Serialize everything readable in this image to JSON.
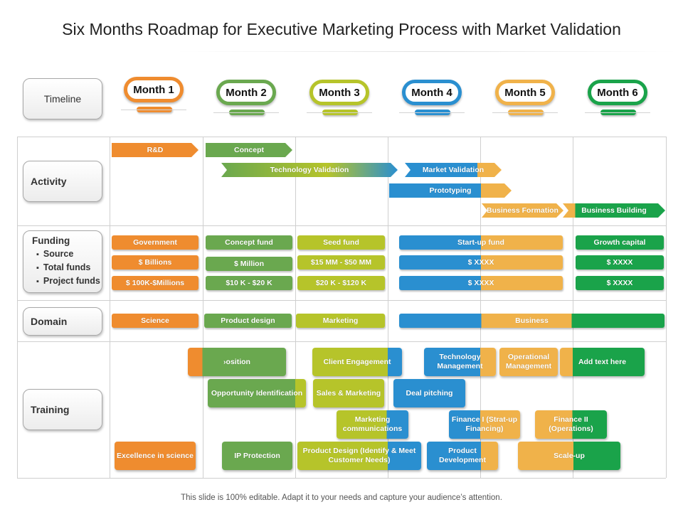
{
  "title": "Six Months Roadmap for Executive Marketing Process with Market Validation",
  "footer": "This slide is 100% editable.  Adapt it to your needs and capture your audience’s attention.",
  "colors": {
    "orange": "#ef8c2f",
    "green": "#6aa84f",
    "lime": "#b6c42a",
    "blue": "#2a8fd0",
    "yellow": "#f0b24a",
    "dark_green": "#1aa34a"
  },
  "rows": {
    "timeline": "Timeline",
    "activity": "Activity",
    "funding": {
      "heading": "Funding",
      "items": [
        "Source",
        "Total funds",
        "Project funds"
      ]
    },
    "domain": "Domain",
    "training": "Training"
  },
  "months": [
    "Month 1",
    "Month 2",
    "Month 3",
    "Month 4",
    "Month 5",
    "Month 6"
  ],
  "activity": {
    "rd": "R&D",
    "concept": "Concept",
    "technology_validation": "Technology Validation",
    "market_validation": "Market Validation",
    "prototyping": "Prototyping",
    "business_formation": "Business Formation",
    "business_building": "Business Building"
  },
  "funding": {
    "sources": [
      "Government",
      "Concept fund",
      "Seed fund",
      "Start-up fund",
      "Growth capital"
    ],
    "totals": [
      "$ Billions",
      "$ Million",
      "$15 MM - $50 MM",
      "$ XXXX",
      "$ XXXX"
    ],
    "projects": [
      "$ 100K-$Millions",
      "$10 K - $20 K",
      "$20 K - $120 K",
      "$ XXXX",
      "$ XXXX"
    ]
  },
  "domain": {
    "science": "Science",
    "product_design": "Product design",
    "marketing": "Marketing",
    "business": "Business"
  },
  "training": {
    "position": "›osition",
    "client_engagement": "Client Engagement",
    "technology_management": "Technology Management",
    "operational_management": "Operational Management",
    "add_text": "Add text here",
    "opportunity_identification": "Opportunity Identification",
    "sales_marketing": "Sales & Marketing",
    "deal_pitching": "Deal pitching",
    "marketing_communications": "Marketing communications",
    "finance_1": "Finance I (Strat-up Financing)",
    "finance_2": "Finance II (Operations)",
    "excellence_science": "Excellence in science",
    "ip_protection": "IP Protection",
    "product_design": "Product Design (Identify & Meet Customer Needs)",
    "product_development": "Product Development",
    "scale_up": "Scale-up"
  }
}
